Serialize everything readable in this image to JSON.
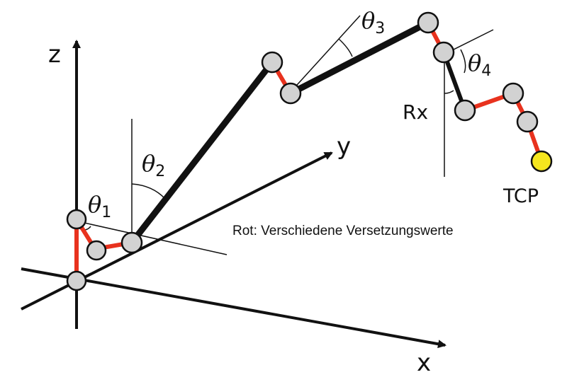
{
  "axes": {
    "x": "x",
    "y": "y",
    "z": "z"
  },
  "angles": [
    {
      "symbol": "θ",
      "index": "1"
    },
    {
      "symbol": "θ",
      "index": "2"
    },
    {
      "symbol": "θ",
      "index": "3"
    },
    {
      "symbol": "θ",
      "index": "4"
    }
  ],
  "rotation_label": "Rx",
  "tcp_label": "TCP",
  "caption": "Rot: Verschiedene Versetzungswerte",
  "colors": {
    "offset_links": "#e8321e",
    "main_links": "#111111",
    "joints": "#d2d2d2",
    "tcp": "#f5e61e"
  }
}
